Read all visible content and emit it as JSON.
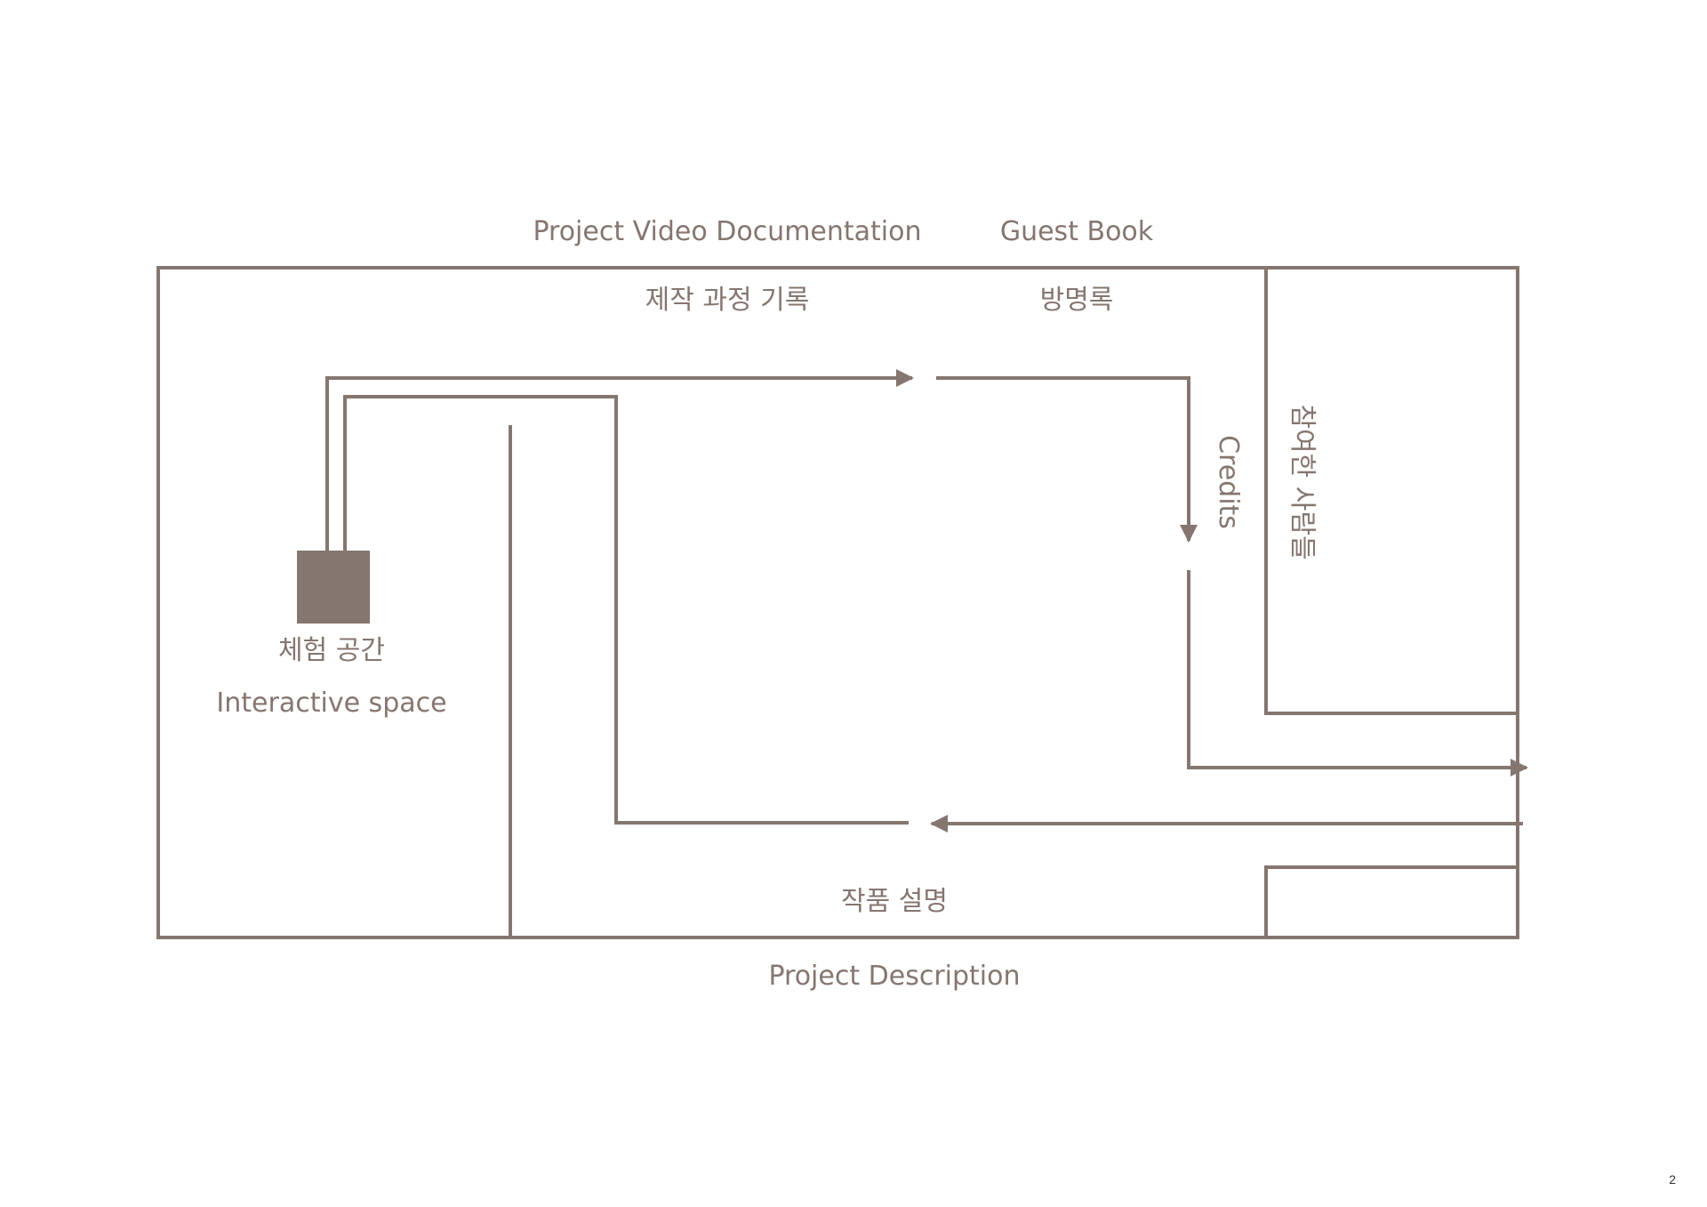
{
  "colors": {
    "stroke": "#857670",
    "text": "#857670",
    "page_number": "#333333",
    "background": "#ffffff"
  },
  "labels": {
    "video_doc_en": "Project Video Documentation",
    "video_doc_ko": "제작 과정 기록",
    "guest_book_en": "Guest Book",
    "guest_book_ko": "방명록",
    "credits_en": "Credits",
    "credits_ko": "참여한 사람들",
    "interactive_ko": "체험 공간",
    "interactive_en": "Interactive space",
    "description_ko": "작품 설명",
    "description_en": "Project Description"
  },
  "page_number": "2"
}
